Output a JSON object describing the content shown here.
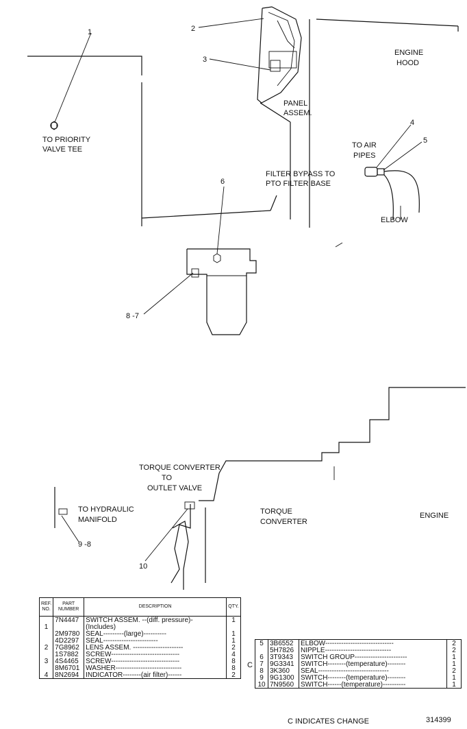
{
  "labels": {
    "priority": [
      "TO PRIORITY",
      "VALVE TEE"
    ],
    "engine_hood": [
      "ENGINE",
      "HOOD"
    ],
    "panel": [
      "PANEL",
      "ASSEM."
    ],
    "air_pipes": [
      "TO AIR",
      "PIPES"
    ],
    "filter_bypass": [
      "FILTER BYPASS TO",
      "PTO FILTER BASE"
    ],
    "elbow": "ELBOW",
    "torque_outlet": [
      "TORQUE CONVERTER",
      "TO",
      "OUTLET VALVE"
    ],
    "hydraulic": [
      "TO HYDRAULIC",
      "MANIFOLD"
    ],
    "torque_converter": [
      "TORQUE",
      "CONVERTER"
    ],
    "engine": "ENGINE"
  },
  "callouts": {
    "c1": "1",
    "c2": "2",
    "c3": "3",
    "c4": "4",
    "c5": "5",
    "c6": "6",
    "c87": "8 -7",
    "c98": "9 -8",
    "c10": "10"
  },
  "table1": {
    "headers": {
      "ref": [
        "REF.",
        "NO."
      ],
      "part": [
        "PART",
        "NUMBER"
      ],
      "desc": "DESCRIPTION",
      "qty": "QTY."
    },
    "rows": [
      {
        "ref": "",
        "part": "7N4447",
        "desc": "SWITCH ASSEM. --(diff. pressure)-",
        "qty": "1"
      },
      {
        "ref": "1",
        "part": "",
        "desc": "          (Includes)",
        "qty": ""
      },
      {
        "ref": "",
        "part": "2M9780",
        "desc": "          SEAL---------(large)----------",
        "qty": "1"
      },
      {
        "ref": "",
        "part": "4D2297",
        "desc": "          SEAL------------------------",
        "qty": "1"
      },
      {
        "ref": "2",
        "part": "7G8962",
        "desc": "LENS ASSEM. ----------------------",
        "qty": "2"
      },
      {
        "ref": "",
        "part": "1S7882",
        "desc": "SCREW------------------------------",
        "qty": "4"
      },
      {
        "ref": "3",
        "part": "4S4465",
        "desc": "SCREW------------------------------",
        "qty": "8"
      },
      {
        "ref": "",
        "part": "8M6701",
        "desc": "WASHER-----------------------------",
        "qty": "8"
      },
      {
        "ref": "4",
        "part": "8N2694",
        "desc": "INDICATOR--------(air filter)------",
        "qty": "2"
      }
    ]
  },
  "table2": {
    "change_mark": "C",
    "rows": [
      {
        "ref": "5",
        "part": "3B6552",
        "desc": "ELBOW------------------------------",
        "qty": "2"
      },
      {
        "ref": "",
        "part": "5H7826",
        "desc": "NIPPLE-----------------------------",
        "qty": "2"
      },
      {
        "ref": "6",
        "part": "3T9343",
        "desc": "SWITCH GROUP-----------------------",
        "qty": "1"
      },
      {
        "ref": "7",
        "part": "9G3341",
        "desc": "SWITCH--------(temperature)--------",
        "qty": "1"
      },
      {
        "ref": "8",
        "part": "3K360",
        "desc": "SEAL-------------------------------",
        "qty": "2"
      },
      {
        "ref": "9",
        "part": "9G1300",
        "desc": "SWITCH--------(temperature)--------",
        "qty": "1"
      },
      {
        "ref": "10",
        "part": "7N9560",
        "desc": "SWITCH------(temperature)----------",
        "qty": "1"
      }
    ]
  },
  "footer": {
    "note": "C INDICATES CHANGE",
    "drawing_number": "314399"
  }
}
